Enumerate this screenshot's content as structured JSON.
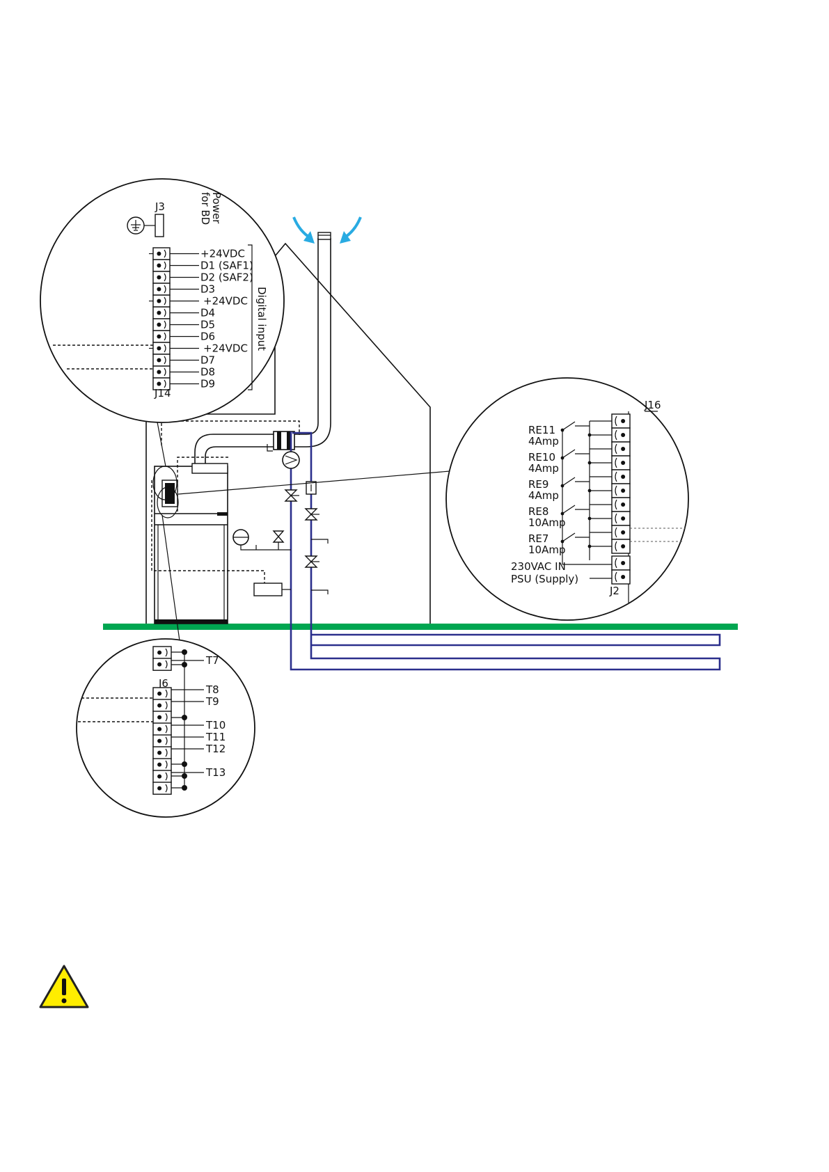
{
  "labels": {
    "j3": "J3",
    "power_line1": "Power",
    "power_line2": "for BD",
    "j14_pins": [
      "+24VDC",
      "D1 (SAF1)",
      "D2 (SAF2)",
      "D3",
      "+24VDC",
      "D4",
      "D5",
      "D6",
      "+24VDC",
      "D7",
      "D8",
      "D9"
    ],
    "j14": "J14",
    "digital_input": "Digital input",
    "j16": "J16",
    "relays": [
      {
        "name": "RE11",
        "amp": "4Amp"
      },
      {
        "name": "RE10",
        "amp": "4Amp"
      },
      {
        "name": "RE9",
        "amp": "4Amp"
      },
      {
        "name": "RE8",
        "amp": "10Amp"
      },
      {
        "name": "RE7",
        "amp": "10Amp"
      }
    ],
    "supply_line1": "230VAC IN",
    "supply_line2": "PSU (Supply)",
    "j2": "J2",
    "j6": "J6",
    "temp_pins": [
      "T7",
      "T8",
      "T9",
      "T10",
      "T11",
      "T12",
      "T13"
    ]
  },
  "colors": {
    "ground_line": "#00a651",
    "pipe": "#2b2f8c",
    "air_arrow": "#29abe2",
    "warning_fill": "#ffed00"
  },
  "icons": [
    "ground-symbol-icon",
    "air-intake-arrow-icon",
    "warning-icon"
  ]
}
